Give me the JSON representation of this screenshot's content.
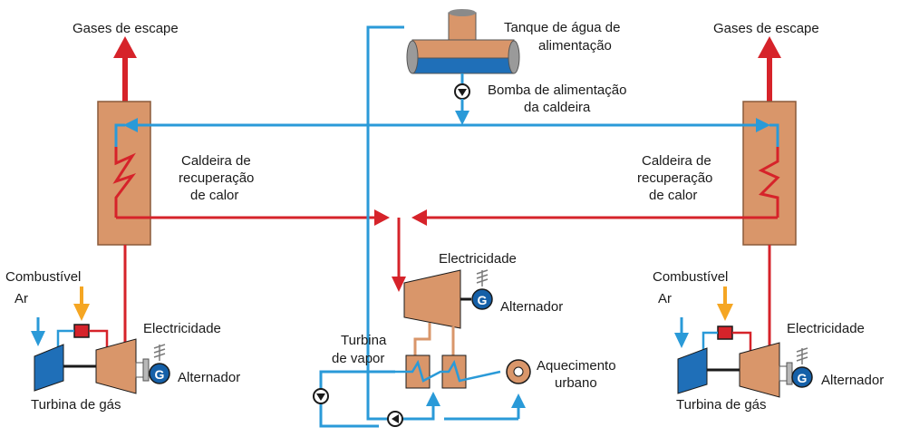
{
  "labels": {
    "exhaust_left": "Gases de escape",
    "exhaust_right": "Gases de escape",
    "tank_line1": "Tanque de água de",
    "tank_line2": "alimentação",
    "pump_line1": "Bomba de alimentação",
    "pump_line2": "da caldeira",
    "hrsg_left_line1": "Caldeira de",
    "hrsg_left_line2": "recuperação",
    "hrsg_left_line3": "de calor",
    "hrsg_right_line1": "Caldeira de",
    "hrsg_right_line2": "recuperação",
    "hrsg_right_line3": "de calor",
    "fuel_left": "Combustível",
    "fuel_right": "Combustível",
    "air_left": "Ar",
    "air_right": "Ar",
    "electricity_left": "Electricidade",
    "electricity_center": "Electricidade",
    "electricity_right": "Electricidade",
    "alternator_left": "Alternador",
    "alternator_center": "Alternador",
    "alternator_right": "Alternador",
    "gas_turbine_left": "Turbina de gás",
    "gas_turbine_right": "Turbina de gás",
    "steam_turbine_line1": "Turbina",
    "steam_turbine_line2": "de vapor",
    "district_heating_line1": "Aquecimento",
    "district_heating_line2": "urbano",
    "generator_symbol": "G"
  },
  "colors": {
    "exhaust_red": "#d6232a",
    "water_blue": "#2a9ad8",
    "fuel_orange": "#f5a623",
    "equipment_tan": "#d9966a",
    "equipment_stroke": "#8a5a3a",
    "turbine_blue": "#1f6fb8",
    "generator_blue": "#1560a8",
    "electricity_grey": "#7a7a7a"
  }
}
